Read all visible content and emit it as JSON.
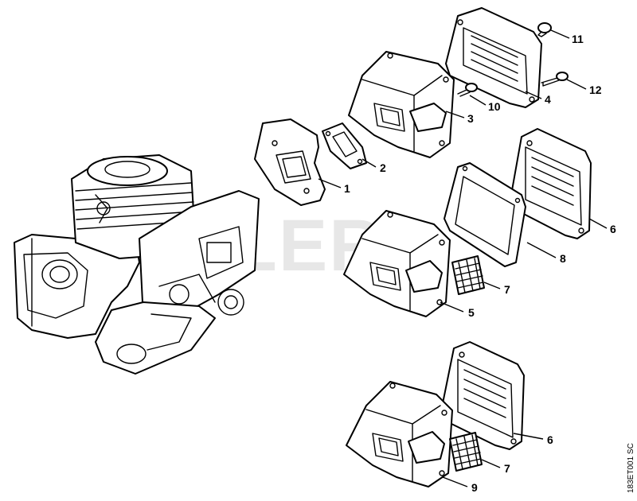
{
  "watermark": "UTLERS",
  "reference_code": "183ET001 SC",
  "callouts": [
    {
      "id": "1",
      "label": "1"
    },
    {
      "id": "2",
      "label": "2"
    },
    {
      "id": "3",
      "label": "3"
    },
    {
      "id": "4",
      "label": "4"
    },
    {
      "id": "5",
      "label": "5"
    },
    {
      "id": "6a",
      "label": "6"
    },
    {
      "id": "6b",
      "label": "6"
    },
    {
      "id": "7a",
      "label": "7"
    },
    {
      "id": "7b",
      "label": "7"
    },
    {
      "id": "8",
      "label": "8"
    },
    {
      "id": "9",
      "label": "9"
    },
    {
      "id": "10",
      "label": "10"
    },
    {
      "id": "11",
      "label": "11"
    },
    {
      "id": "12",
      "label": "12"
    }
  ]
}
